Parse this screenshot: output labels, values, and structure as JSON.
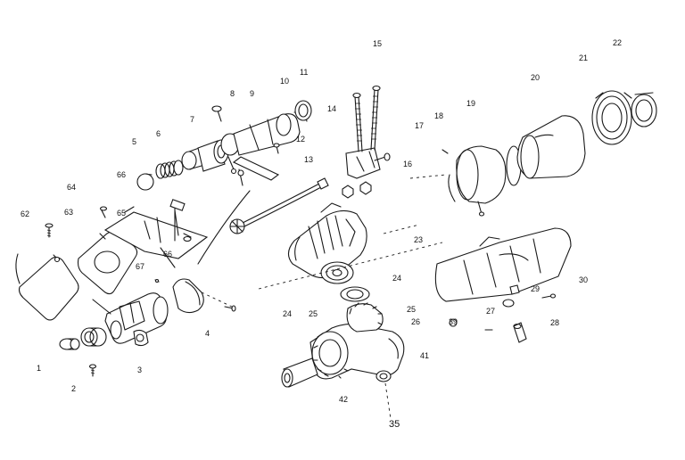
{
  "callouts": [
    {
      "id": "c1",
      "text": "1"
    },
    {
      "id": "c2",
      "text": "2"
    },
    {
      "id": "c3",
      "text": "3"
    },
    {
      "id": "c4",
      "text": "4"
    },
    {
      "id": "c5",
      "text": "5"
    },
    {
      "id": "c6",
      "text": "6"
    },
    {
      "id": "c7",
      "text": "7"
    },
    {
      "id": "c8",
      "text": "8"
    },
    {
      "id": "c9",
      "text": "9"
    },
    {
      "id": "c10",
      "text": "10"
    },
    {
      "id": "c11",
      "text": "11"
    },
    {
      "id": "c12",
      "text": "12"
    },
    {
      "id": "c13",
      "text": "13"
    },
    {
      "id": "c14",
      "text": "14"
    },
    {
      "id": "c15",
      "text": "15"
    },
    {
      "id": "c16",
      "text": "16"
    },
    {
      "id": "c17",
      "text": "17"
    },
    {
      "id": "c18",
      "text": "18"
    },
    {
      "id": "c19",
      "text": "19"
    },
    {
      "id": "c20",
      "text": "20"
    },
    {
      "id": "c21",
      "text": "21"
    },
    {
      "id": "c22",
      "text": "22"
    },
    {
      "id": "c23",
      "text": "23"
    },
    {
      "id": "c24a",
      "text": "24"
    },
    {
      "id": "c24b",
      "text": "24"
    },
    {
      "id": "c25a",
      "text": "25"
    },
    {
      "id": "c25b",
      "text": "25"
    },
    {
      "id": "c26",
      "text": "26"
    },
    {
      "id": "c27",
      "text": "27"
    },
    {
      "id": "c28",
      "text": "28"
    },
    {
      "id": "c29",
      "text": "29"
    },
    {
      "id": "c30",
      "text": "30"
    },
    {
      "id": "c35",
      "text": "35"
    },
    {
      "id": "c39",
      "text": "39"
    },
    {
      "id": "c41",
      "text": "41"
    },
    {
      "id": "c42",
      "text": "42"
    },
    {
      "id": "c62",
      "text": "62"
    },
    {
      "id": "c63",
      "text": "63"
    },
    {
      "id": "c64",
      "text": "64"
    },
    {
      "id": "c65",
      "text": "65"
    },
    {
      "id": "c66a",
      "text": "66"
    },
    {
      "id": "c66b",
      "text": "66"
    },
    {
      "id": "c67",
      "text": "67"
    }
  ]
}
